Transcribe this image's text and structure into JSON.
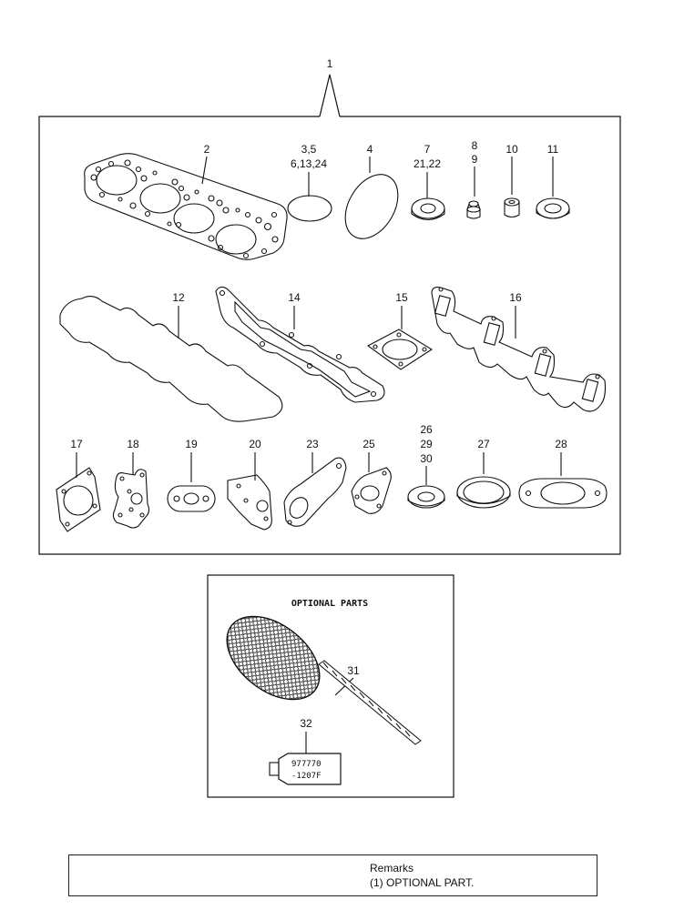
{
  "diagram": {
    "assembly_label": "1",
    "callouts": {
      "p2": "2",
      "p3": "3,5",
      "p3b": "6,13,24",
      "p4": "4",
      "p7": "7",
      "p7b": "21,22",
      "p8": "8",
      "p8b": "9",
      "p10": "10",
      "p11": "11",
      "p12": "12",
      "p14": "14",
      "p15": "15",
      "p16": "16",
      "p17": "17",
      "p18": "18",
      "p19": "19",
      "p20": "20",
      "p23": "23",
      "p25": "25",
      "p26": "26",
      "p26b": "29",
      "p26c": "30",
      "p27": "27",
      "p28": "28",
      "p31": "31",
      "p32": "32"
    },
    "optional": {
      "title": "OPTIONAL PARTS",
      "tube_line1": "977770",
      "tube_line2": "-1207F"
    }
  },
  "remarks": {
    "title": "Remarks",
    "note": "(1) OPTIONAL PART."
  }
}
